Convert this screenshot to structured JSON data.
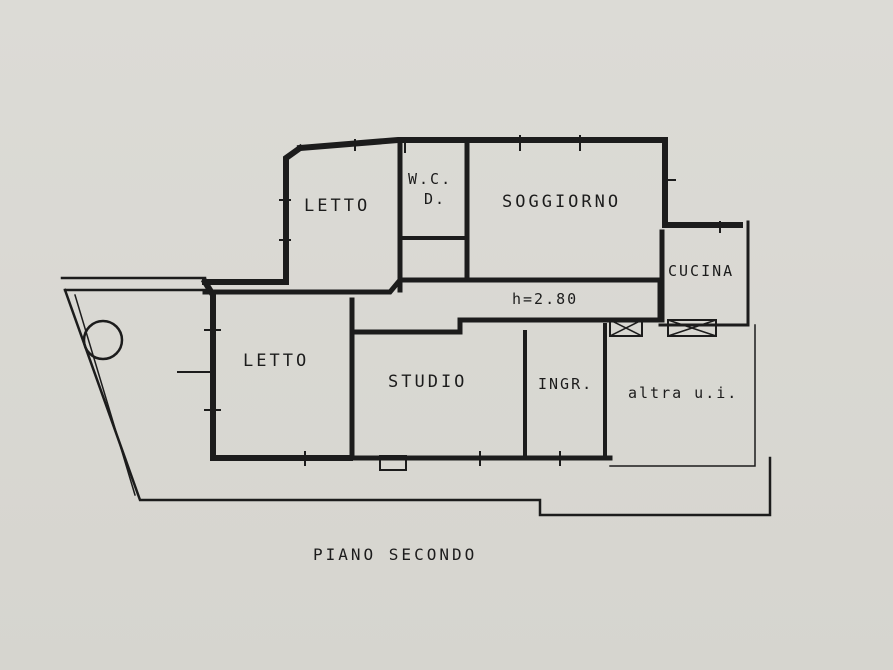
{
  "floor": {
    "caption": "PIANO SECONDO"
  },
  "rooms": {
    "letto_top": "LETTO",
    "wc_line1": "W.C.",
    "wc_line2": "D.",
    "soggiorno": "SOGGIORNO",
    "cucina": "CUCINA",
    "height": "h=2.80",
    "letto_left": "LETTO",
    "studio": "STUDIO",
    "ingresso": "INGR.",
    "altra": "altra u.i."
  },
  "colors": {
    "ink": "#1c1c1c",
    "paper": "#d9d8d3"
  }
}
